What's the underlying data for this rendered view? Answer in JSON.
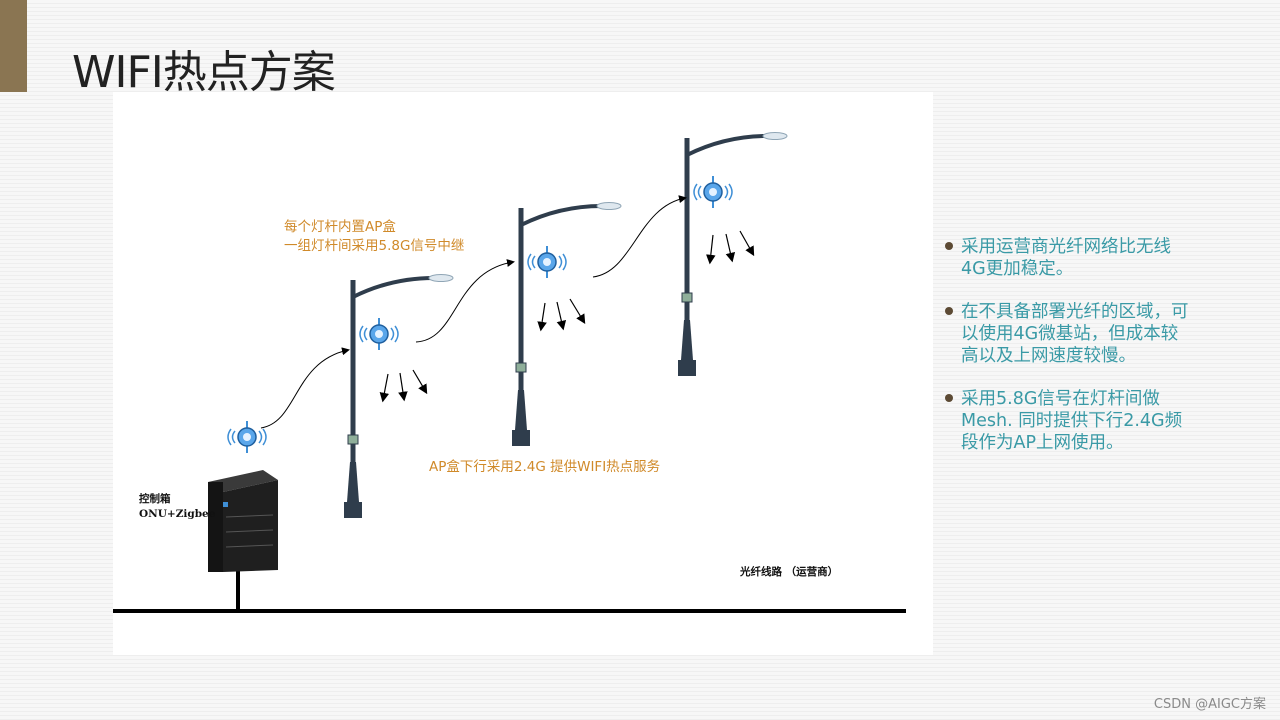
{
  "slide": {
    "title": "WIFI热点方案",
    "accent_color": "#8a7552"
  },
  "diagram": {
    "annotation_top": [
      "每个灯杆内置AP盒",
      "一组灯杆间采用5.8G信号中继"
    ],
    "annotation_bottom": "AP盒下行采用2.4G 提供WIFI热点服务",
    "cabinet_label": "控制箱",
    "cabinet_sublabel": "ONU+Zigbee",
    "fiber_label": "光纤线路  （运营商）",
    "annotation_color": "#d08a2a",
    "pole_color": "#2f3d4c",
    "ap_icon_color": "#3f8fd6"
  },
  "bullets": [
    "采用运营商光纤网络比无线4G更加稳定。",
    "在不具备部署光纤的区域，可以使用4G微基站，但成本较高以及上网速度较慢。",
    "采用5.8G信号在灯杆间做Mesh. 同时提供下行2.4G频段作为AP上网使用。"
  ],
  "bullet_color": "#3a9aa6",
  "watermark": "CSDN @AIGC方案"
}
